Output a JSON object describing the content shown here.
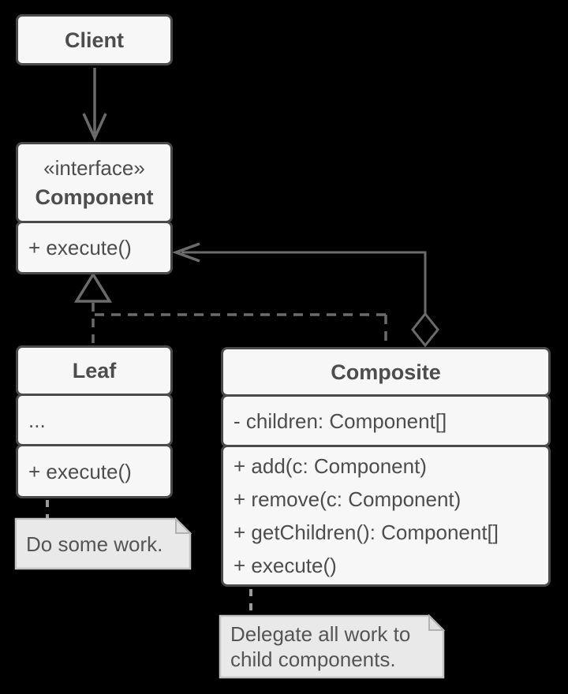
{
  "colors": {
    "background": "#000000",
    "box_fill": "#f7f7f7",
    "box_border": "#4a4a4a",
    "box_text": "#4d4d4d",
    "line": "#6b6b6b",
    "note_fill": "#e9e9e9",
    "note_border": "#c4c4c4",
    "note_fold": "#dfdfdf",
    "note_text": "#555555"
  },
  "diagram": {
    "type": "uml-class-diagram",
    "classes": {
      "client": {
        "title": "Client"
      },
      "component": {
        "stereotype": "«interface»",
        "title": "Component",
        "methods": [
          "+ execute()"
        ]
      },
      "leaf": {
        "title": "Leaf",
        "attributes": [
          "..."
        ],
        "methods": [
          "+ execute()"
        ]
      },
      "composite": {
        "title": "Composite",
        "attributes": [
          "- children: Component[]"
        ],
        "methods": [
          "+ add(c: Component)",
          "+ remove(c: Component)",
          "+ getChildren(): Component[]",
          "+ execute()"
        ]
      }
    },
    "notes": {
      "leaf_note": {
        "lines": [
          "Do some work."
        ]
      },
      "composite_note": {
        "lines": [
          "Delegate all work to",
          "child components."
        ]
      }
    },
    "relationships": [
      {
        "from": "Client",
        "to": "Component",
        "type": "directed-association"
      },
      {
        "from": "Leaf",
        "to": "Component",
        "type": "realization"
      },
      {
        "from": "Composite",
        "to": "Component",
        "type": "realization"
      },
      {
        "from": "Composite",
        "to": "Component",
        "type": "aggregation-association"
      }
    ]
  }
}
